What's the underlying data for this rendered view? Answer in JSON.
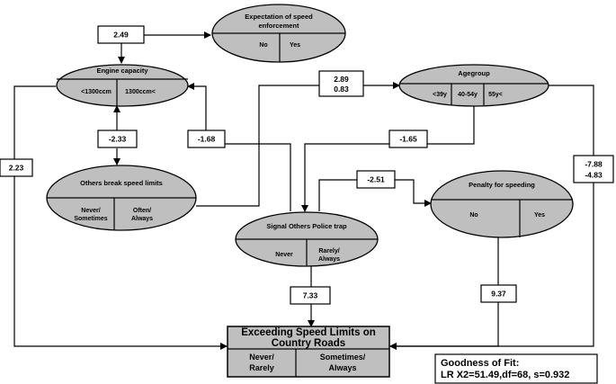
{
  "nodes": {
    "expectation": {
      "title_line1": "Expectation of speed",
      "title_line2": "enforcement",
      "cats": [
        "No",
        "Yes"
      ]
    },
    "engine": {
      "title": "Engine capacity",
      "cats": [
        "<1300ccm",
        "1300ccm<"
      ]
    },
    "agegroup": {
      "title": "Agegroup",
      "cats": [
        "<39y",
        "40-54y",
        "55y<"
      ]
    },
    "others": {
      "title": "Others break speed limits",
      "cat1_line1": "Never/",
      "cat1_line2": "Sometimes",
      "cat2_line1": "Often/",
      "cat2_line2": "Always"
    },
    "signal": {
      "title": "Signal Others Police trap",
      "cat1": "Never",
      "cat2_line1": "Rarely/",
      "cat2_line2": "Always"
    },
    "penalty": {
      "title": "Penalty for speeding",
      "cats": [
        "No",
        "Yes"
      ]
    },
    "target": {
      "title_line1": "Exceeding Speed Limits on",
      "title_line2": "Country Roads",
      "cat1_line1": "Never/",
      "cat1_line2": "Rarely",
      "cat2_line1": "Sometimes/",
      "cat2_line2": "Always"
    }
  },
  "labels": {
    "l249": "2.49",
    "l233": "-2.33",
    "l223": "2.23",
    "l168": "-1.68",
    "l289_1": "2.89",
    "l289_2": "0.83",
    "l165": "-1.65",
    "l251": "-2.51",
    "l788_1": "-7.88",
    "l788_2": "-4.83",
    "l733": "7.33",
    "l937": "9.37"
  },
  "gof": {
    "line1": "Goodness of Fit:",
    "line2": "LR X2=51.49,df=68, s=0.932"
  }
}
